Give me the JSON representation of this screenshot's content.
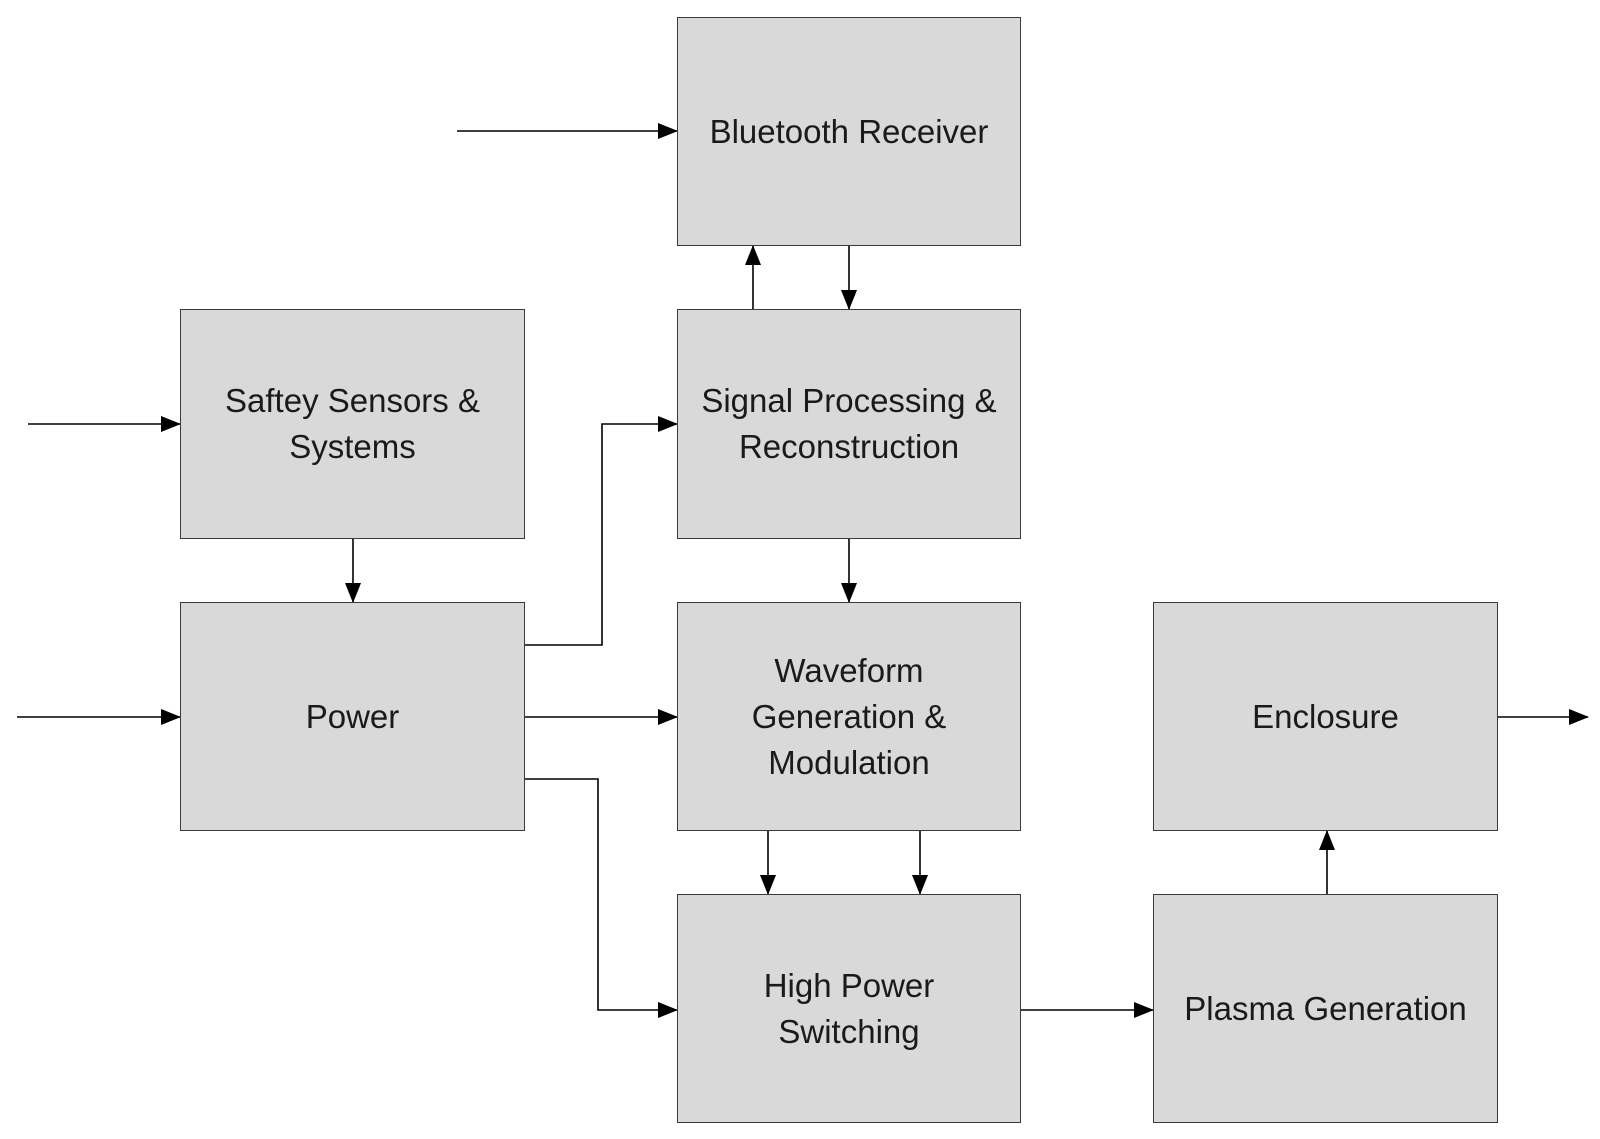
{
  "colors": {
    "block_fill": "#d9d9d9",
    "block_border": "#3a3a3a",
    "line": "#000000",
    "text": "#1a1a1a"
  },
  "blocks": {
    "bluetooth": "Bluetooth Receiver",
    "signal": "Signal Processing &\nReconstruction",
    "safety": "Saftey Sensors &\nSystems",
    "power": "Power",
    "waveform": "Waveform\nGeneration &\nModulation",
    "enclosure": "Enclosure",
    "switching": "High Power\nSwitching",
    "plasma": "Plasma Generation"
  },
  "connections": [
    {
      "from": "external-input",
      "to": "bluetooth"
    },
    {
      "from": "external-input",
      "to": "safety"
    },
    {
      "from": "external-input",
      "to": "power"
    },
    {
      "from": "signal",
      "to": "bluetooth"
    },
    {
      "from": "bluetooth",
      "to": "signal"
    },
    {
      "from": "safety",
      "to": "power"
    },
    {
      "from": "power",
      "to": "signal"
    },
    {
      "from": "power",
      "to": "waveform"
    },
    {
      "from": "power",
      "to": "switching"
    },
    {
      "from": "signal",
      "to": "waveform"
    },
    {
      "from": "waveform",
      "to": "switching"
    },
    {
      "from": "waveform",
      "to": "switching"
    },
    {
      "from": "switching",
      "to": "plasma"
    },
    {
      "from": "plasma",
      "to": "enclosure"
    },
    {
      "from": "enclosure",
      "to": "external-output"
    }
  ]
}
